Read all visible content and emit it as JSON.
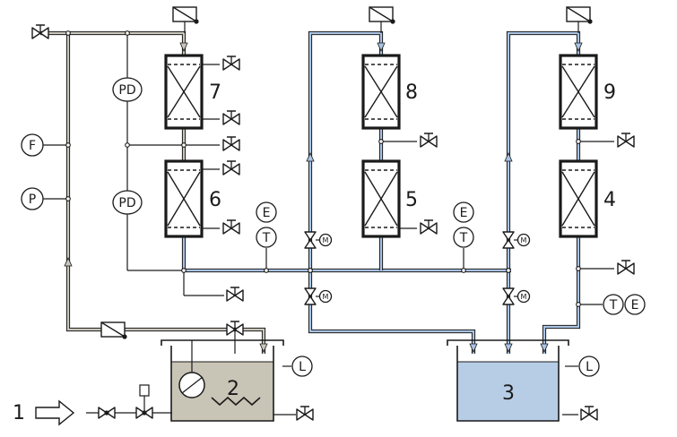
{
  "labels": {
    "feed": "1",
    "tank_left": "2",
    "tank_right": "3",
    "column_4": "4",
    "column_5": "5",
    "column_6": "6",
    "column_7": "7",
    "column_8": "8",
    "column_9": "9"
  },
  "instruments": {
    "flow": "F",
    "pressure": "P",
    "pd_upper": "PD",
    "pd_lower": "PD",
    "temp_a": "T",
    "temp_b": "T",
    "temp_c": "T",
    "elec_a": "E",
    "elec_b": "E",
    "elec_c": "E",
    "level_left": "L",
    "level_right": "L"
  },
  "colors": {
    "line": "#1a1a1a",
    "pipe_gray": "#c9c6bb",
    "pipe_blue": "#a9c3e3",
    "tank_gray_fill": "#c8c4b6",
    "tank_blue_fill": "#b7cde6"
  }
}
